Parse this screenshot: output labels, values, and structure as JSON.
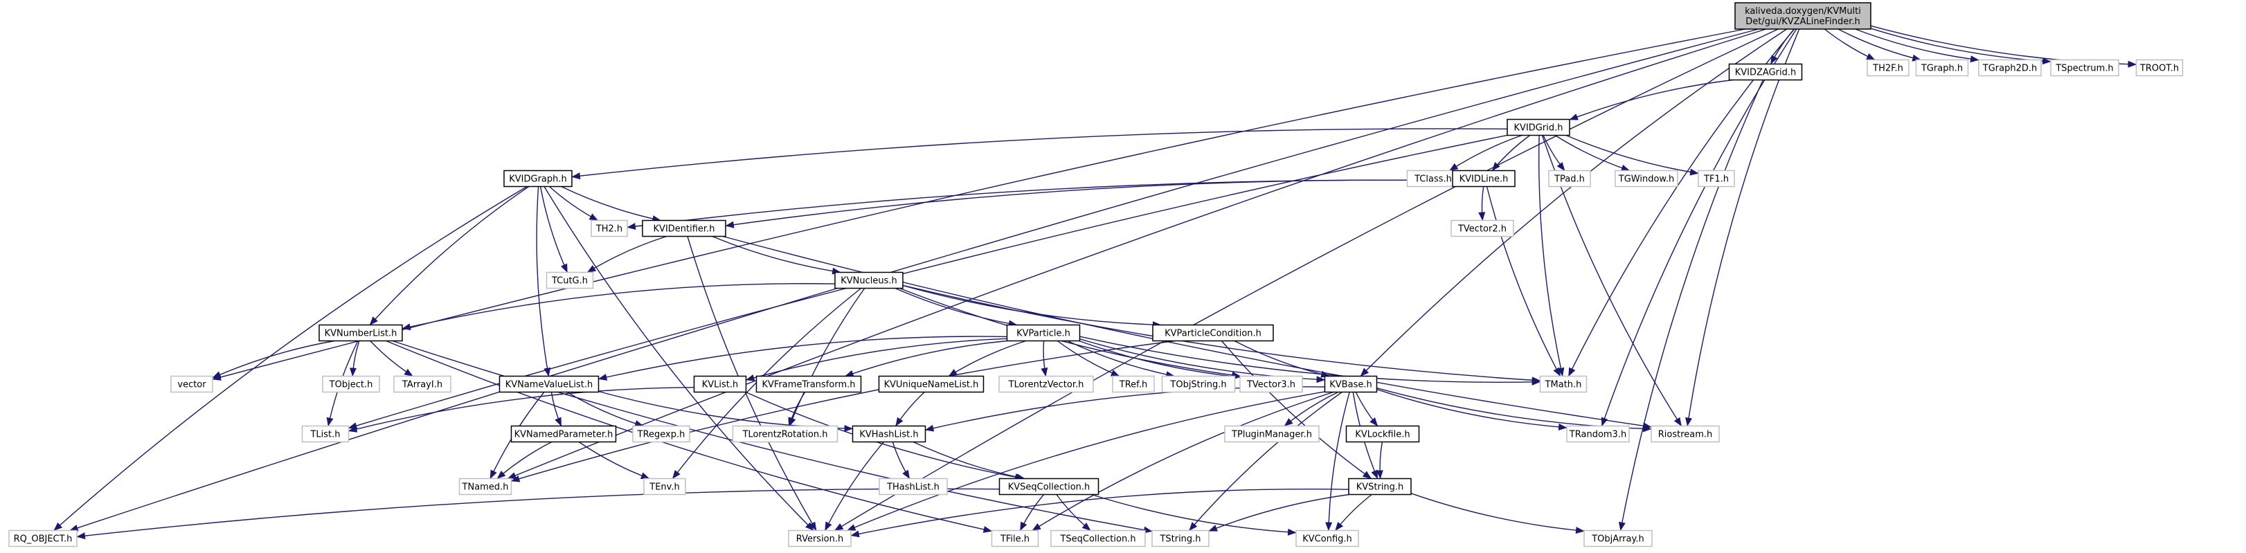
{
  "graph": {
    "title": "kaliveda.doxygen/KVMultiDet/gui/KVZALineFinder.h",
    "colors": {
      "edge": "#191970",
      "root_fill": "#bfbfbf",
      "node_fill": "#ffffff",
      "node_border": "#000000",
      "leaf_border": "#bfbfbf"
    },
    "nodes": [
      {
        "id": "root",
        "lines": [
          "kaliveda.doxygen/KVMulti",
          "Det/gui/KVZALineFinder.h"
        ],
        "kind": "root"
      },
      {
        "id": "kvidzagrid",
        "lines": [
          "KVIDZAGrid.h"
        ],
        "kind": "node"
      },
      {
        "id": "th2f",
        "lines": [
          "TH2F.h"
        ],
        "kind": "leaf"
      },
      {
        "id": "tgraph",
        "lines": [
          "TGraph.h"
        ],
        "kind": "leaf"
      },
      {
        "id": "tgraph2d",
        "lines": [
          "TGraph2D.h"
        ],
        "kind": "leaf"
      },
      {
        "id": "tspectrum",
        "lines": [
          "TSpectrum.h"
        ],
        "kind": "leaf"
      },
      {
        "id": "troot",
        "lines": [
          "TROOT.h"
        ],
        "kind": "leaf"
      },
      {
        "id": "kvidgrid",
        "lines": [
          "KVIDGrid.h"
        ],
        "kind": "node"
      },
      {
        "id": "kvidgraph",
        "lines": [
          "KVIDGraph.h"
        ],
        "kind": "node"
      },
      {
        "id": "tclass",
        "lines": [
          "TClass.h"
        ],
        "kind": "leaf"
      },
      {
        "id": "kvidline",
        "lines": [
          "KVIDLine.h"
        ],
        "kind": "node"
      },
      {
        "id": "tpad",
        "lines": [
          "TPad.h"
        ],
        "kind": "leaf"
      },
      {
        "id": "tgwindow",
        "lines": [
          "TGWindow.h"
        ],
        "kind": "leaf"
      },
      {
        "id": "tf1",
        "lines": [
          "TF1.h"
        ],
        "kind": "leaf"
      },
      {
        "id": "th2",
        "lines": [
          "TH2.h"
        ],
        "kind": "leaf"
      },
      {
        "id": "kvidentifier",
        "lines": [
          "KVIDentifier.h"
        ],
        "kind": "node"
      },
      {
        "id": "tvector2",
        "lines": [
          "TVector2.h"
        ],
        "kind": "leaf"
      },
      {
        "id": "tcutg",
        "lines": [
          "TCutG.h"
        ],
        "kind": "leaf"
      },
      {
        "id": "kvnucleus",
        "lines": [
          "KVNucleus.h"
        ],
        "kind": "node"
      },
      {
        "id": "kvnumberlist",
        "lines": [
          "KVNumberList.h"
        ],
        "kind": "node"
      },
      {
        "id": "kvparticle",
        "lines": [
          "KVParticle.h"
        ],
        "kind": "node"
      },
      {
        "id": "kvparticlecondition",
        "lines": [
          "KVParticleCondition.h"
        ],
        "kind": "node"
      },
      {
        "id": "vector",
        "lines": [
          "vector"
        ],
        "kind": "leaf"
      },
      {
        "id": "tobject",
        "lines": [
          "TObject.h"
        ],
        "kind": "leaf"
      },
      {
        "id": "tarrayi",
        "lines": [
          "TArrayI.h"
        ],
        "kind": "leaf"
      },
      {
        "id": "kvnamevaluelist",
        "lines": [
          "KVNameValueList.h"
        ],
        "kind": "node"
      },
      {
        "id": "kvlist",
        "lines": [
          "KVList.h"
        ],
        "kind": "node"
      },
      {
        "id": "kvframetransform",
        "lines": [
          "KVFrameTransform.h"
        ],
        "kind": "node"
      },
      {
        "id": "kvuniquenamelist",
        "lines": [
          "KVUniqueNameList.h"
        ],
        "kind": "node"
      },
      {
        "id": "tlorentzvector",
        "lines": [
          "TLorentzVector.h"
        ],
        "kind": "leaf"
      },
      {
        "id": "tref",
        "lines": [
          "TRef.h"
        ],
        "kind": "leaf"
      },
      {
        "id": "tobjstring",
        "lines": [
          "TObjString.h"
        ],
        "kind": "leaf"
      },
      {
        "id": "tvector3",
        "lines": [
          "TVector3.h"
        ],
        "kind": "leaf"
      },
      {
        "id": "kvbase",
        "lines": [
          "KVBase.h"
        ],
        "kind": "node"
      },
      {
        "id": "tmath",
        "lines": [
          "TMath.h"
        ],
        "kind": "leaf"
      },
      {
        "id": "tlist",
        "lines": [
          "TList.h"
        ],
        "kind": "leaf"
      },
      {
        "id": "kvnamedparameter",
        "lines": [
          "KVNamedParameter.h"
        ],
        "kind": "node"
      },
      {
        "id": "tregexp",
        "lines": [
          "TRegexp.h"
        ],
        "kind": "leaf"
      },
      {
        "id": "tlorentzrotation",
        "lines": [
          "TLorentzRotation.h"
        ],
        "kind": "leaf"
      },
      {
        "id": "kvhashlist",
        "lines": [
          "KVHashList.h"
        ],
        "kind": "node"
      },
      {
        "id": "tpluginmanager",
        "lines": [
          "TPluginManager.h"
        ],
        "kind": "leaf"
      },
      {
        "id": "kvlockfile",
        "lines": [
          "KVLockfile.h"
        ],
        "kind": "node"
      },
      {
        "id": "trandom3",
        "lines": [
          "TRandom3.h"
        ],
        "kind": "leaf"
      },
      {
        "id": "riostream",
        "lines": [
          "Riostream.h"
        ],
        "kind": "leaf"
      },
      {
        "id": "thashlist",
        "lines": [
          "THashList.h"
        ],
        "kind": "leaf"
      },
      {
        "id": "tnamed",
        "lines": [
          "TNamed.h"
        ],
        "kind": "leaf"
      },
      {
        "id": "tenv",
        "lines": [
          "TEnv.h"
        ],
        "kind": "leaf"
      },
      {
        "id": "kvseqcollection",
        "lines": [
          "KVSeqCollection.h"
        ],
        "kind": "node"
      },
      {
        "id": "kvstring",
        "lines": [
          "KVString.h"
        ],
        "kind": "node"
      },
      {
        "id": "rq_object",
        "lines": [
          "RQ_OBJECT.h"
        ],
        "kind": "leaf"
      },
      {
        "id": "rversion",
        "lines": [
          "RVersion.h"
        ],
        "kind": "leaf"
      },
      {
        "id": "tfile",
        "lines": [
          "TFile.h"
        ],
        "kind": "leaf"
      },
      {
        "id": "tseqcollection",
        "lines": [
          "TSeqCollection.h"
        ],
        "kind": "leaf"
      },
      {
        "id": "tstring",
        "lines": [
          "TString.h"
        ],
        "kind": "leaf"
      },
      {
        "id": "kvconfig",
        "lines": [
          "KVConfig.h"
        ],
        "kind": "leaf"
      },
      {
        "id": "tobjarray",
        "lines": [
          "TObjArray.h"
        ],
        "kind": "leaf"
      }
    ],
    "edges": [
      [
        "root",
        "kvidzagrid"
      ],
      [
        "root",
        "th2f"
      ],
      [
        "root",
        "tgraph"
      ],
      [
        "root",
        "tgraph2d"
      ],
      [
        "root",
        "tspectrum"
      ],
      [
        "root",
        "troot"
      ],
      [
        "root",
        "rq_object"
      ],
      [
        "root",
        "tnamed"
      ],
      [
        "root",
        "rversion"
      ],
      [
        "root",
        "vector"
      ],
      [
        "root",
        "kvbase"
      ],
      [
        "root",
        "tmath"
      ],
      [
        "root",
        "trandom3"
      ],
      [
        "root",
        "riostream"
      ],
      [
        "kvidzagrid",
        "kvidgrid"
      ],
      [
        "kvidzagrid",
        "tobjarray"
      ],
      [
        "kvidgrid",
        "kvidgraph"
      ],
      [
        "kvidgrid",
        "tclass"
      ],
      [
        "kvidgrid",
        "kvidline"
      ],
      [
        "kvidgrid",
        "tpad"
      ],
      [
        "kvidgrid",
        "tgwindow"
      ],
      [
        "kvidgrid",
        "tf1"
      ],
      [
        "kvidgrid",
        "tmath"
      ],
      [
        "kvidgrid",
        "riostream"
      ],
      [
        "kvidgrid",
        "tlist"
      ],
      [
        "kvidgraph",
        "th2"
      ],
      [
        "kvidgraph",
        "kvidentifier"
      ],
      [
        "kvidgraph",
        "tcutg"
      ],
      [
        "kvidgraph",
        "kvnumberlist"
      ],
      [
        "kvidgraph",
        "kvnamevaluelist"
      ],
      [
        "kvidgraph",
        "rq_object"
      ],
      [
        "kvidgraph",
        "rversion"
      ],
      [
        "kvidline",
        "th2"
      ],
      [
        "kvidline",
        "kvidentifier"
      ],
      [
        "kvidline",
        "tvector2"
      ],
      [
        "kvidline",
        "tmath"
      ],
      [
        "kvidentifier",
        "tcutg"
      ],
      [
        "kvidentifier",
        "kvnucleus"
      ],
      [
        "kvidentifier",
        "riostream"
      ],
      [
        "kvidentifier",
        "rversion"
      ],
      [
        "kvnucleus",
        "kvnumberlist"
      ],
      [
        "kvnucleus",
        "kvparticle"
      ],
      [
        "kvnucleus",
        "kvparticlecondition"
      ],
      [
        "kvnucleus",
        "tvector3"
      ],
      [
        "kvnucleus",
        "tlorentzrotation"
      ],
      [
        "kvnucleus",
        "tenv"
      ],
      [
        "kvnucleus",
        "tmath"
      ],
      [
        "kvnumberlist",
        "vector"
      ],
      [
        "kvnumberlist",
        "tobject"
      ],
      [
        "kvnumberlist",
        "tarrayi"
      ],
      [
        "kvnumberlist",
        "tlist"
      ],
      [
        "kvnumberlist",
        "tstring"
      ],
      [
        "kvnumberlist",
        "tfile"
      ],
      [
        "kvparticle",
        "kvnamevaluelist"
      ],
      [
        "kvparticle",
        "kvlist"
      ],
      [
        "kvparticle",
        "kvframetransform"
      ],
      [
        "kvparticle",
        "kvuniquenamelist"
      ],
      [
        "kvparticle",
        "tlorentzvector"
      ],
      [
        "kvparticle",
        "tref"
      ],
      [
        "kvparticle",
        "tobjstring"
      ],
      [
        "kvparticle",
        "tvector3"
      ],
      [
        "kvparticle",
        "kvbase"
      ],
      [
        "kvparticle",
        "tmath"
      ],
      [
        "kvparticlecondition",
        "kvbase"
      ],
      [
        "kvparticlecondition",
        "kvstring"
      ],
      [
        "kvparticlecondition",
        "tnamed"
      ],
      [
        "kvnamevaluelist",
        "kvnamedparameter"
      ],
      [
        "kvnamevaluelist",
        "tregexp"
      ],
      [
        "kvnamevaluelist",
        "kvhashlist"
      ],
      [
        "kvnamevaluelist",
        "tnamed"
      ],
      [
        "kvlist",
        "kvseqcollection"
      ],
      [
        "kvlist",
        "tlist"
      ],
      [
        "kvframetransform",
        "tlorentzrotation"
      ],
      [
        "kvuniquenamelist",
        "kvhashlist"
      ],
      [
        "kvbase",
        "kvhashlist"
      ],
      [
        "kvbase",
        "tpluginmanager"
      ],
      [
        "kvbase",
        "kvlockfile"
      ],
      [
        "kvbase",
        "trandom3"
      ],
      [
        "kvbase",
        "riostream"
      ],
      [
        "kvbase",
        "kvstring"
      ],
      [
        "kvbase",
        "kvconfig"
      ],
      [
        "kvbase",
        "rversion"
      ],
      [
        "kvbase",
        "tfile"
      ],
      [
        "kvbase",
        "tstring"
      ],
      [
        "kvnamedparameter",
        "tnamed"
      ],
      [
        "kvnamedparameter",
        "tenv"
      ],
      [
        "kvhashlist",
        "thashlist"
      ],
      [
        "kvhashlist",
        "kvseqcollection"
      ],
      [
        "kvhashlist",
        "rversion"
      ],
      [
        "kvlockfile",
        "kvstring"
      ],
      [
        "kvseqcollection",
        "rq_object"
      ],
      [
        "kvseqcollection",
        "tfile"
      ],
      [
        "kvseqcollection",
        "tseqcollection"
      ],
      [
        "kvseqcollection",
        "kvconfig"
      ],
      [
        "kvstring",
        "tstring"
      ],
      [
        "kvstring",
        "rversion"
      ],
      [
        "kvstring",
        "kvconfig"
      ],
      [
        "kvstring",
        "tobjarray"
      ]
    ]
  }
}
